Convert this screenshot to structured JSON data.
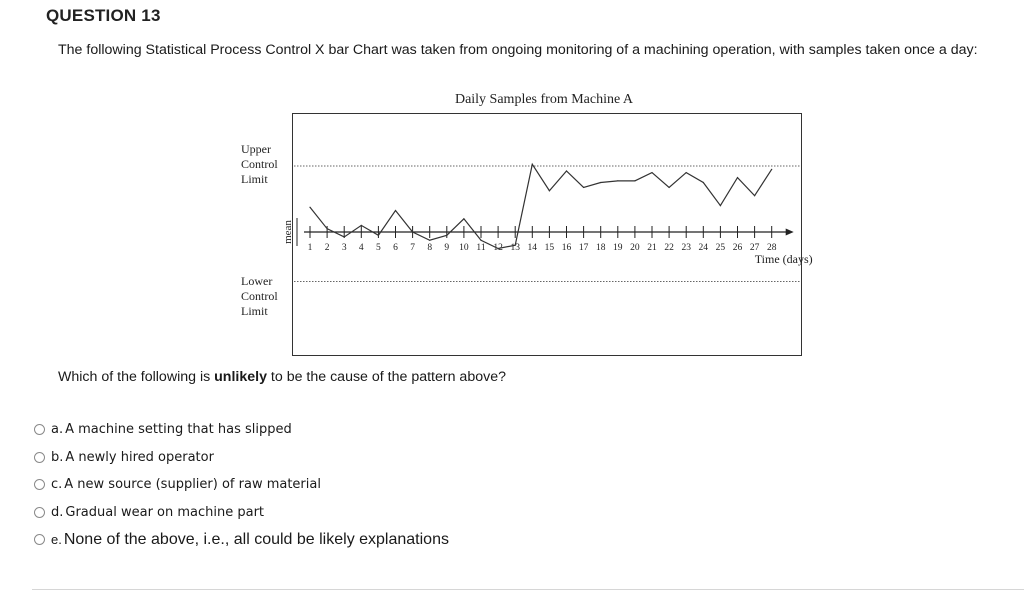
{
  "question": {
    "title": "QUESTION 13",
    "intro": "The following Statistical Process Control X bar Chart was taken from ongoing monitoring of a machining operation, with samples taken once a day:",
    "prompt_before": "Which of the following is ",
    "prompt_emphasis": "unlikely",
    "prompt_after": " to be the cause of the pattern above?"
  },
  "chart_data": {
    "type": "line",
    "title": "Daily Samples from Machine A",
    "xlabel": "Time (days)",
    "ylabel": "mean",
    "upper_label": "Upper\nControl\nLimit",
    "lower_label": "Lower\nControl\nLimit",
    "x": [
      1,
      2,
      3,
      4,
      5,
      6,
      7,
      8,
      9,
      10,
      11,
      12,
      13,
      14,
      15,
      16,
      17,
      18,
      19,
      20,
      21,
      22,
      23,
      24,
      25,
      26,
      27,
      28
    ],
    "series": [
      {
        "values": [
          15,
          2,
          -3,
          4,
          -2,
          13,
          0,
          -5,
          -2,
          8,
          -5,
          -10,
          -8,
          41,
          25,
          37,
          27,
          30,
          31,
          31,
          36,
          27,
          36,
          30,
          16,
          33,
          22,
          38
        ]
      }
    ],
    "upper_control_limit": 40,
    "lower_control_limit": -30,
    "ylim": [
      -40,
      80
    ],
    "grid": false,
    "colors": {
      "line": "#333333",
      "limit": "#666666"
    }
  },
  "options": [
    {
      "letter": "a.",
      "text": "A machine setting that has slipped"
    },
    {
      "letter": "b.",
      "text": "A newly hired operator"
    },
    {
      "letter": "c.",
      "text": "A new source (supplier) of raw material"
    },
    {
      "letter": "d.",
      "text": "Gradual wear on machine part"
    },
    {
      "letter": "e.",
      "text": "None of the above, i.e., all could be likely explanations"
    }
  ]
}
